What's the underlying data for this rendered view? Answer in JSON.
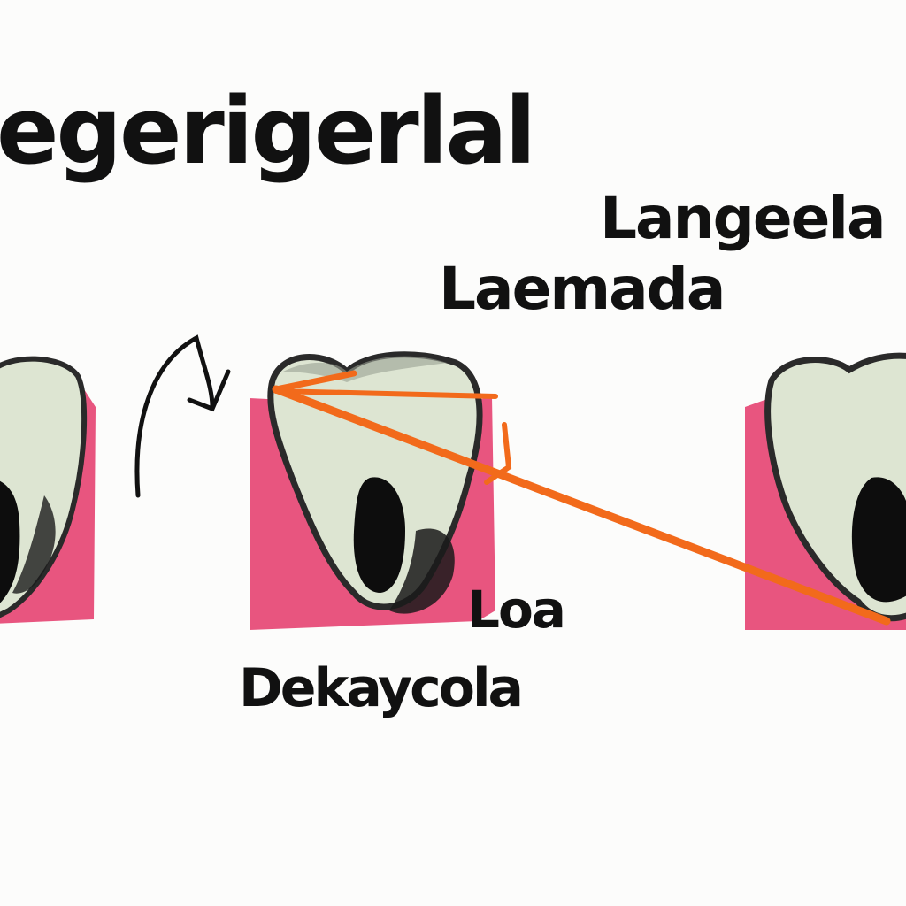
{
  "title": "egerigerlal",
  "labels": {
    "top_right": "Langeela",
    "mid_right": "Laemada",
    "lower_small": "Loa",
    "bottom": "Dekaycola"
  },
  "colors": {
    "gum": "#e8557f",
    "tooth": "#dde5d2",
    "tooth_outline": "#2a2a2a",
    "decay": "#0d0d0d",
    "arrow": "#f26a1b",
    "ink": "#111111",
    "background": "#fcfcfb"
  },
  "diagram": {
    "teeth": [
      {
        "name": "left-tooth",
        "stage": "decay"
      },
      {
        "name": "center-tooth",
        "stage": "decay"
      },
      {
        "name": "right-tooth",
        "stage": "decay"
      }
    ],
    "arrows": [
      {
        "name": "orange-pointer-arrow",
        "color": "orange"
      },
      {
        "name": "black-curved-arrow",
        "color": "black"
      }
    ]
  }
}
